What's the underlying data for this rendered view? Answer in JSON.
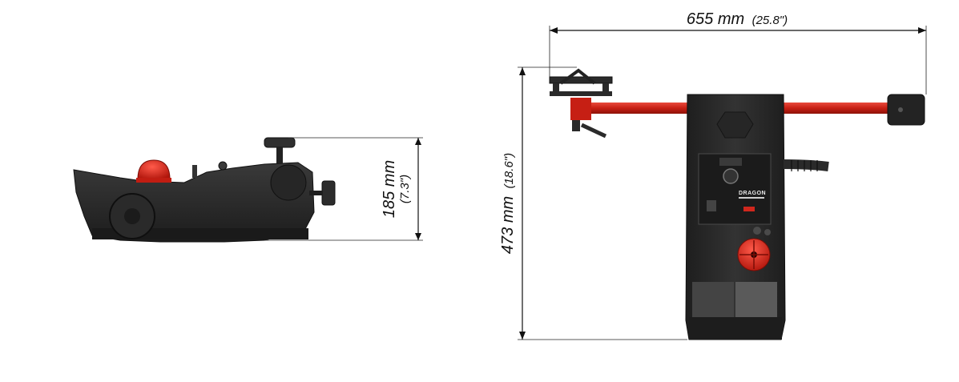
{
  "dimensions": {
    "height_side": {
      "main": "185 mm",
      "sub": "(7.3\")"
    },
    "width_front": {
      "main": "655 mm",
      "sub": "(25.8\")"
    },
    "height_front": {
      "main": "473 mm",
      "sub": "(18.6\")"
    }
  },
  "panel": {
    "brand": "DRAGON"
  },
  "colors": {
    "body": "#2b2b2b",
    "accent_red": "#d0271d",
    "line": "#111111"
  }
}
